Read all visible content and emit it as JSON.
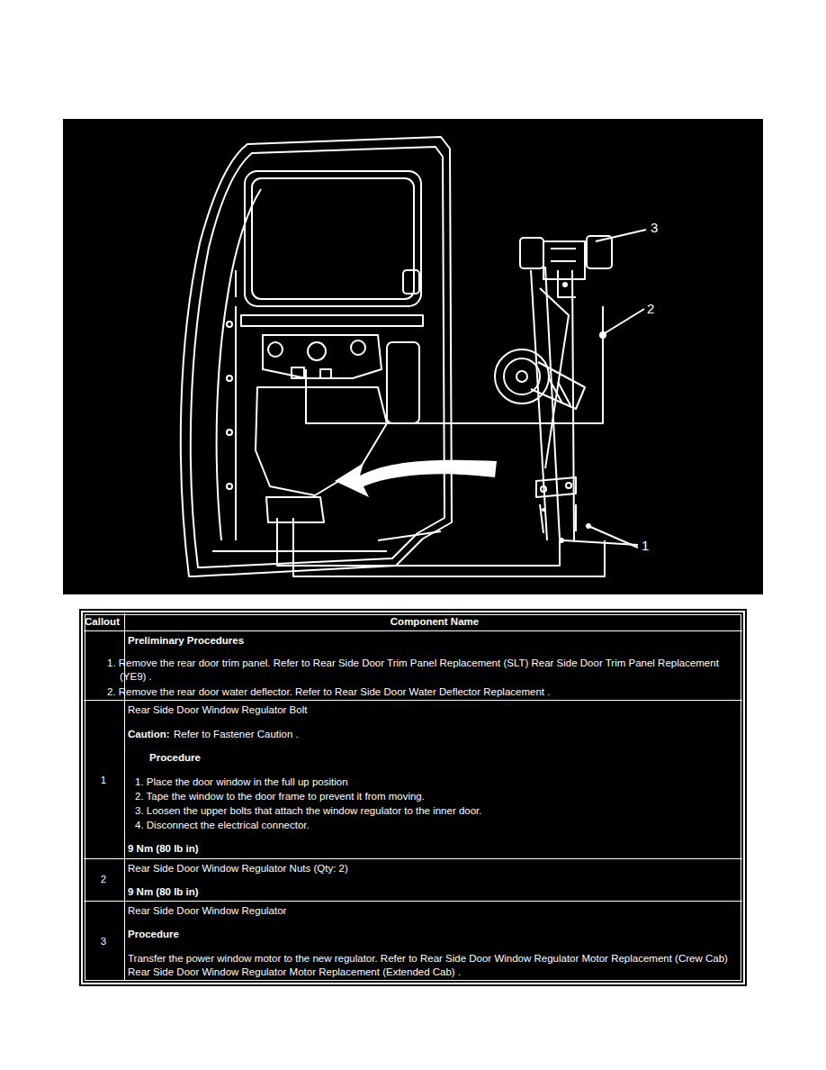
{
  "diagram": {
    "labels": [
      "3",
      "2",
      "1",
      "Callout",
      "Component Name",
      "Preliminary Procedures",
      "1. Remove the rear door trim panel. Refer to Rear Side Door Trim Panel Replacement (SLT) Rear Side Door Trim Panel Replacement (YE9) .",
      "2. Remove the rear door water deflector. Refer to Rear Side Door Water Deflector Replacement .",
      "1",
      "Rear Side Door Window Regulator Bolt",
      "Caution:",
      "Refer to Fastener Caution .",
      "Procedure",
      "1. Place the door window in the full up position",
      "2. Tape the window to the door frame to prevent it from moving.",
      "3. Loosen the upper bolts that attach the window regulator to the inner door.",
      "4. Disconnect the electrical connector.",
      "9 Nm (80 lb in)",
      "2",
      "Rear Side Door Window Regulator Nuts (Qty: 2)",
      "9 Nm (80 lb in)",
      "3",
      "Rear Side Door Window Regulator",
      "Procedure",
      "Transfer the power window motor to the new regulator. Refer to Rear Side Door Window Regulator Motor Replacement (Crew Cab) Rear Side Door Window Regulator Motor Replacement (Extended Cab) ."
    ]
  }
}
